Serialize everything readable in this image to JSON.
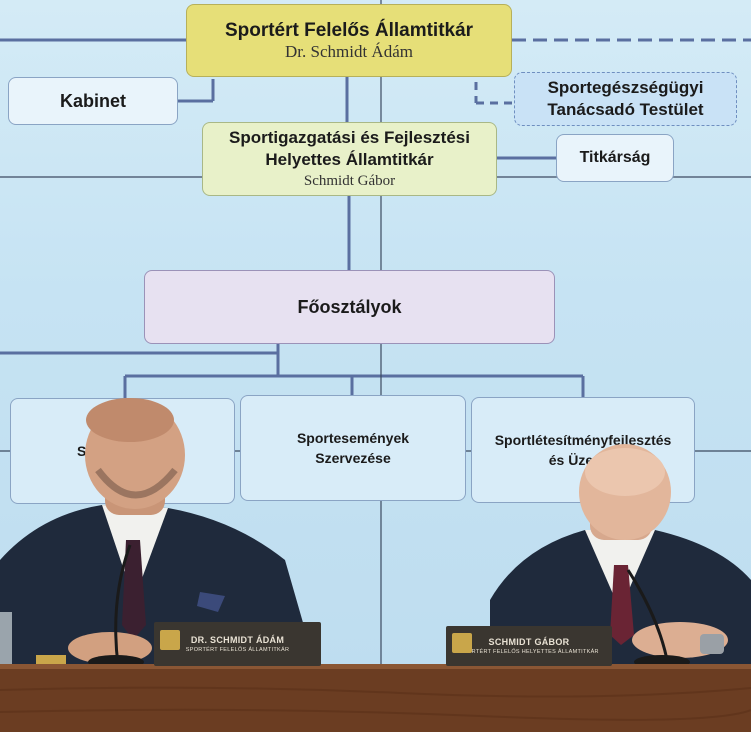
{
  "org_chart": {
    "top_title": "Sportért Felelős Államtitkár",
    "top_name": "Dr. Schmidt Ádám",
    "cabinet": "Kabinet",
    "advisory_line1": "Sportegészségügyi",
    "advisory_line2": "Tanácsadó Testület",
    "deputy_line1": "Sportigazgatási és Fejlesztési",
    "deputy_line2": "Helyettes Államtitkár",
    "deputy_name": "Schmidt Gábor",
    "secretariat": "Titkárság",
    "departments": "Főosztályok",
    "dept_left_fragment": "S",
    "dept_mid_line1": "Sportesemények",
    "dept_mid_line2": "Szervezése",
    "dept_right_line1": "Sportlétesítményfejlesztés",
    "dept_right_line2": "és Üzemel"
  },
  "nameplates": {
    "left_name": "DR. SCHMIDT ÁDÁM",
    "left_role": "SPORTÉRT FELELŐS ÁLLAMTITKÁR",
    "right_name": "SCHMIDT GÁBOR",
    "right_role": "SPORTÉRT FELELŐS HELYETTES ÁLLAMTITKÁR"
  },
  "colors": {
    "screen_bg": "#c6e3f3",
    "top_box": "#e6df78",
    "deputy_box": "#e8f1c9",
    "departments_box": "#e7e1f1",
    "connector": "#5a6fa0",
    "table": "#6b3d22"
  }
}
